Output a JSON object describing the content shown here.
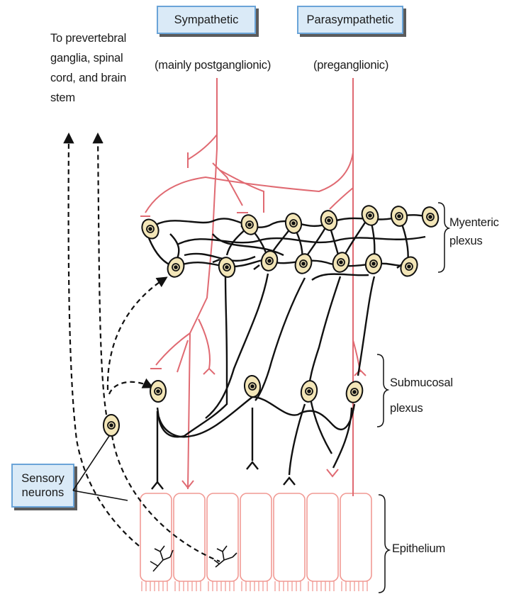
{
  "labels": {
    "sympathetic": "Sympathetic",
    "parasympathetic": "Parasympathetic",
    "sympathetic_note": "(mainly postganglionic)",
    "parasympathetic_note": "(preganglionic)",
    "sensory_target": [
      "To prevertebral",
      "ganglia, spinal",
      "cord, and brain",
      "stem"
    ],
    "myenteric": [
      "Myenteric",
      "plexus"
    ],
    "submucosal": [
      "Submucosal",
      "plexus"
    ],
    "epithelium": "Epithelium",
    "sensory_neurons": [
      "Sensory",
      "neurons"
    ]
  },
  "colors": {
    "autonomic_fiber": "#e06a72",
    "neuron_line": "#111111",
    "cell_body_fill": "#f3e6b8",
    "epithelium_outline": "#f19a94",
    "box_fill": "#daeaf7",
    "box_border": "#6aa4d8"
  }
}
